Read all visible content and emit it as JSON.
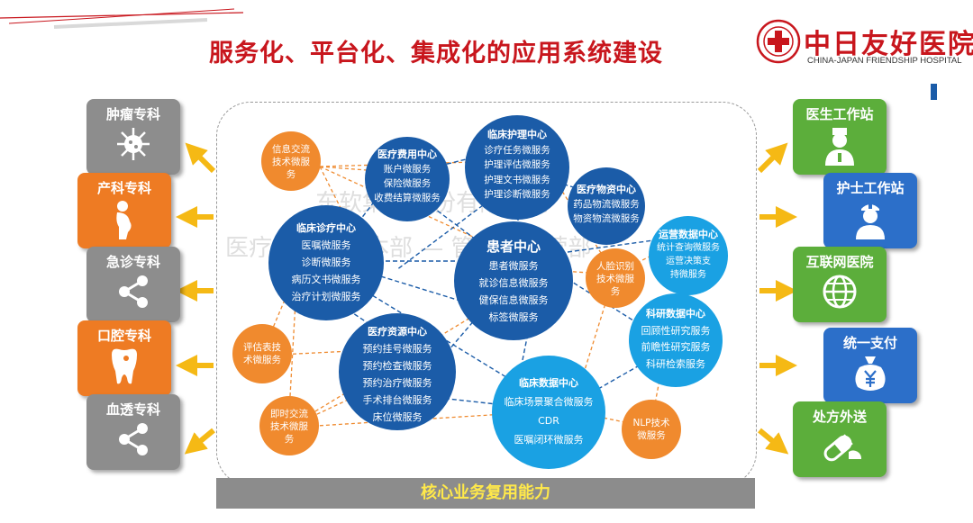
{
  "title": "服务化、平台化、集成化的应用系统建设",
  "logo": {
    "cn": "中日友好医院",
    "en": "CHINA-JAPAN FRIENDSHIP HOSPITAL"
  },
  "watermark": {
    "line1": "东软集团股份有限公司",
    "line2": "医疗解决方案本部 — 管理与运营部"
  },
  "core_label": "核心业务复用能力",
  "left_cards": [
    {
      "label": "肿瘤专科",
      "icon": "virus-icon"
    },
    {
      "label": "产科专科",
      "icon": "pregnant-icon"
    },
    {
      "label": "急诊专科",
      "icon": "share-icon"
    },
    {
      "label": "口腔专科",
      "icon": "tooth-icon"
    },
    {
      "label": "血透专科",
      "icon": "share-icon"
    }
  ],
  "right_cards": [
    {
      "label": "医生工作站",
      "icon": "doctor-icon"
    },
    {
      "label": "护士工作站",
      "icon": "nurse-icon"
    },
    {
      "label": "互联网医院",
      "icon": "globe-icon"
    },
    {
      "label": "统一支付",
      "icon": "yen-icon"
    },
    {
      "label": "处方外送",
      "icon": "pill-icon"
    }
  ],
  "centers": {
    "fee": {
      "title": "医疗费用中心",
      "items": [
        "账户微服务",
        "保险微服务",
        "收费结算微服务"
      ]
    },
    "nursing": {
      "title": "临床护理中心",
      "items": [
        "诊疗任务微服务",
        "护理评估微服务",
        "护理文书微服务",
        "护理诊断微服务"
      ]
    },
    "material": {
      "title": "医疗物资中心",
      "items": [
        "药品物流微服务",
        "物资物流微服务"
      ]
    },
    "clinical": {
      "title": "临床诊疗中心",
      "items": [
        "医嘱微服务",
        "诊断微服务",
        "病历文书微服务",
        "治疗计划微服务"
      ]
    },
    "patient": {
      "title": "患者中心",
      "items": [
        "患者微服务",
        "就诊信息微服务",
        "健保信息微服务",
        "标签微服务"
      ]
    },
    "ops": {
      "title": "运营数据中心",
      "items": [
        "统计查询微服务",
        "运营决策支",
        "持微服务"
      ]
    },
    "research": {
      "title": "科研数据中心",
      "items": [
        "回顾性研究服务",
        "前瞻性研究服务",
        "科研检索服务"
      ]
    },
    "resource": {
      "title": "医疗资源中心",
      "items": [
        "预约挂号微服务",
        "预约检查微服务",
        "预约治疗微服务",
        "手术排台微服务",
        "床位微服务"
      ]
    },
    "cdata": {
      "title": "临床数据中心",
      "items": [
        "临床场景聚合微服务",
        "CDR",
        "医嘱闭环微服务"
      ]
    }
  },
  "small_services": {
    "info": [
      "信息交流",
      "技术微服",
      "务"
    ],
    "face": [
      "人脸识别",
      "技术微服",
      "务"
    ],
    "eval": [
      "评估表技",
      "术微服务"
    ],
    "im": [
      "即时交流",
      "技术微服",
      "务"
    ],
    "nlp": [
      "NLP技术",
      "微服务"
    ]
  },
  "colors": {
    "title_red": "#c8161d",
    "dark_blue": "#1b5ca8",
    "sky_blue": "#1aa1e3",
    "orange": "#f08a2e",
    "gray": "#8d8d8d",
    "green": "#5cae3b",
    "arrow_yellow": "#f5b915"
  }
}
